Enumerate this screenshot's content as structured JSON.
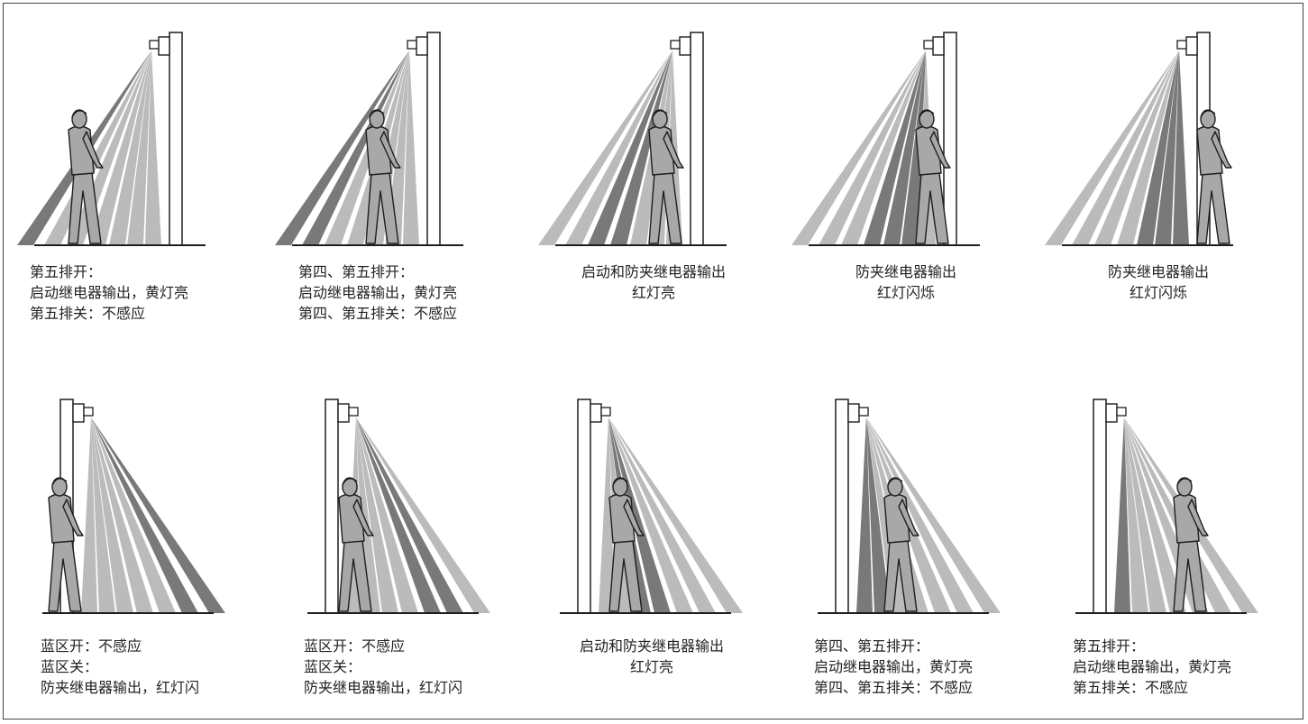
{
  "colors": {
    "beam": "#b4b4b4",
    "beam_active": "#6a6a6a",
    "person": "#a8a8a8",
    "person_overlap": "#727272",
    "outline": "#1e1e1e"
  },
  "panels": [
    {
      "row": 1,
      "col": 1,
      "orientation": "pole-right",
      "active_beams": [
        0
      ],
      "caption": [
        "第五排开：",
        "启动继电器输出，黄灯亮",
        "第五排关：不感应"
      ]
    },
    {
      "row": 1,
      "col": 2,
      "orientation": "pole-right",
      "active_beams": [
        0,
        1
      ],
      "caption": [
        "第四、第五排开：",
        "启动继电器输出，黄灯亮",
        "第四、第五排关：不感应"
      ]
    },
    {
      "row": 1,
      "col": 3,
      "orientation": "pole-right",
      "active_beams": [
        2,
        3
      ],
      "caption": [
        "启动和防夹继电器输出",
        "红灯亮"
      ]
    },
    {
      "row": 1,
      "col": 4,
      "orientation": "pole-right",
      "active_beams": [
        3,
        4,
        5
      ],
      "caption": [
        "防夹继电器输出",
        "红灯闪烁"
      ]
    },
    {
      "row": 1,
      "col": 5,
      "orientation": "pole-right",
      "active_beams": [
        4,
        5,
        6
      ],
      "caption": [
        "防夹继电器输出",
        "红灯闪烁"
      ]
    },
    {
      "row": 2,
      "col": 1,
      "orientation": "pole-left",
      "active_beams": [
        0,
        1
      ],
      "caption": [
        "蓝区开：不感应",
        "蓝区关：",
        "防夹继电器输出，红灯闪"
      ]
    },
    {
      "row": 2,
      "col": 2,
      "orientation": "pole-left",
      "active_beams": [
        1,
        2
      ],
      "caption": [
        "蓝区开：不感应",
        "蓝区关：",
        "防夹继电器输出，红灯闪"
      ]
    },
    {
      "row": 2,
      "col": 3,
      "orientation": "pole-left",
      "active_beams": [
        3,
        4
      ],
      "caption": [
        "启动和防夹继电器输出",
        "红灯亮"
      ]
    },
    {
      "row": 2,
      "col": 4,
      "orientation": "pole-left",
      "active_beams": [
        5,
        6
      ],
      "caption": [
        "第四、第五排开：",
        "启动继电器输出，黄灯亮",
        "第四、第五排关：不感应"
      ]
    },
    {
      "row": 2,
      "col": 5,
      "orientation": "pole-left",
      "active_beams": [
        6
      ],
      "caption": [
        "第五排开：",
        "启动继电器输出，黄灯亮",
        "第五排关：不感应"
      ]
    }
  ]
}
